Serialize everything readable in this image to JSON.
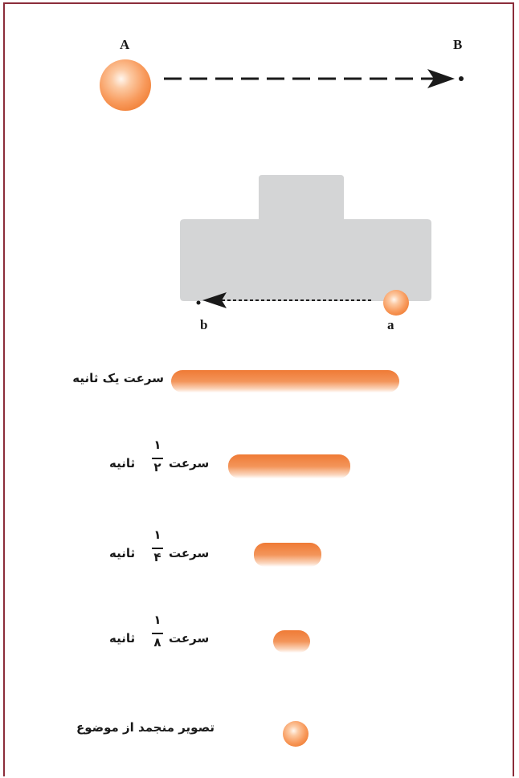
{
  "top_diagram": {
    "point_a": "A",
    "point_b": "B"
  },
  "slide_diagram": {
    "point_a": "a",
    "point_b": "b"
  },
  "rows": [
    {
      "label": "سرعت یک ثانیه"
    },
    {
      "word_left": "ثانیه",
      "word_right": "سرعت",
      "numerator": "۱",
      "denominator": "۲"
    },
    {
      "word_left": "ثانیه",
      "word_right": "سرعت",
      "numerator": "۱",
      "denominator": "۴"
    },
    {
      "word_left": "ثانیه",
      "word_right": "سرعت",
      "numerator": "۱",
      "denominator": "۸"
    },
    {
      "label": "تصویر منجمد از موضوع"
    }
  ],
  "colors": {
    "border": "#8b2d3a",
    "ball": "#ef7a2f",
    "block": "#d4d5d6"
  }
}
